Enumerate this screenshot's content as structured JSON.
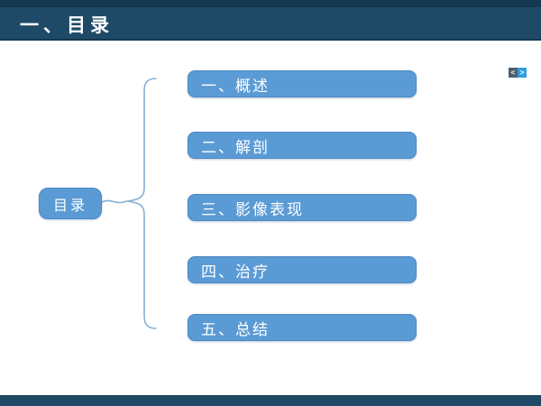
{
  "slide": {
    "title": "一、目录",
    "toc_label": "目录",
    "items": [
      {
        "label": "一、概述"
      },
      {
        "label": "二、解剖"
      },
      {
        "label": "三、影像表现"
      },
      {
        "label": "四、治疗"
      },
      {
        "label": "五、总结"
      }
    ],
    "nav": {
      "prev": "<",
      "next": ">"
    },
    "colors": {
      "header_bg": "#1E4A68",
      "header_top_strip": "#143850",
      "footer_bg": "#1E4A68",
      "accent_blue": "#5B9BD5",
      "accent_blue_border": "#4C87C2",
      "brace_line": "#87AFD3",
      "nav_prev_bg": "#4D5F6E",
      "nav_next_bg": "#2FA0DB",
      "text_on_blue": "#FFFFFF"
    }
  }
}
